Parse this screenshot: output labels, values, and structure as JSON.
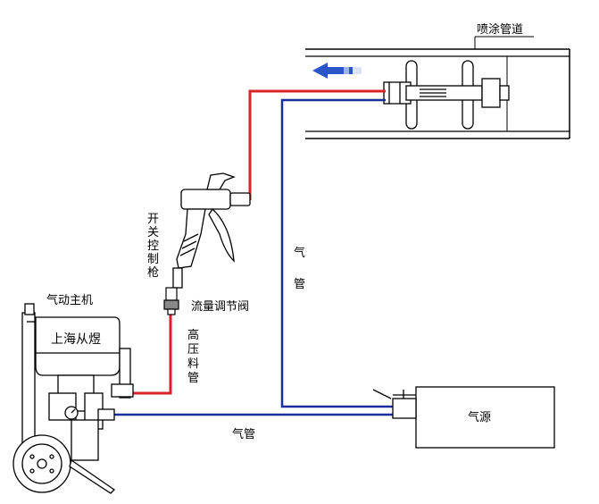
{
  "labels": {
    "pipeline": "喷涂管道",
    "gun": "开关控制枪",
    "valve": "流量调节阀",
    "pump": "气动主机",
    "brand": "上海从煜",
    "hose": "高压料管",
    "air_pipe_vertical": "气管",
    "air_pipe_horizontal": "气管",
    "air_source": "气源"
  },
  "colors": {
    "material_line": "#d8232a",
    "air_line": "#1a2f9c",
    "outline": "#000000",
    "flow_arrow": "#2a56c9"
  }
}
